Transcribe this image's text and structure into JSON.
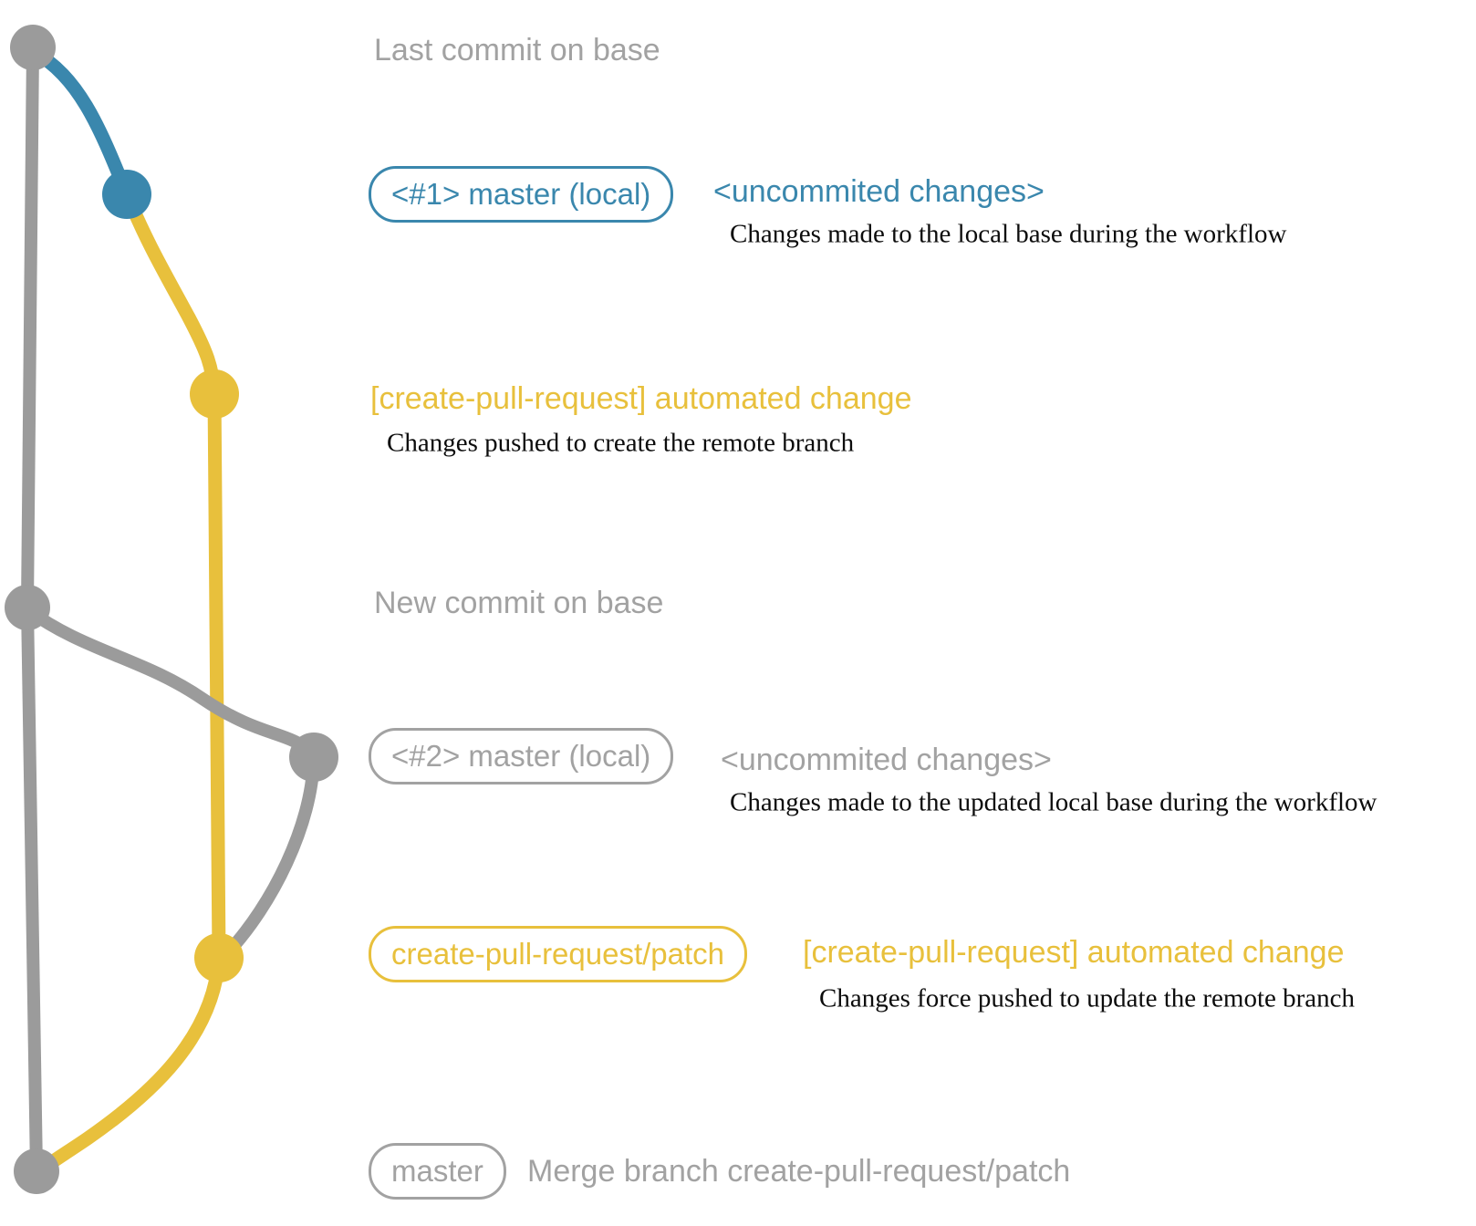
{
  "colors": {
    "gray": "#9b9b9b",
    "graytext": "#a2a2a2",
    "blue": "#3a87ad",
    "yellow": "#e8c03c",
    "ink": "#0c0c0c"
  },
  "rows": {
    "last_base": {
      "label": "Last commit on base"
    },
    "local1": {
      "badge": "<#1> master (local)",
      "note": "<uncommited changes>",
      "detail": "Changes made to the local base during the workflow"
    },
    "push1": {
      "heading": "[create-pull-request] automated change",
      "detail": "Changes pushed to create the remote branch"
    },
    "new_base": {
      "label": "New commit on base"
    },
    "local2": {
      "badge": "<#2> master (local)",
      "note": "<uncommited changes>",
      "detail": "Changes made to the updated local base during the workflow"
    },
    "push2": {
      "badge": "create-pull-request/patch",
      "heading": "[create-pull-request] automated change",
      "detail": "Changes force pushed to update the remote branch"
    },
    "merge": {
      "badge": "master",
      "label": "Merge branch create-pull-request/patch"
    }
  },
  "graph": {
    "commit_dots": [
      {
        "name": "last-commit-on-base",
        "color": "gray"
      },
      {
        "name": "uncommitted-changes-1",
        "color": "blue"
      },
      {
        "name": "automated-change-push",
        "color": "yellow"
      },
      {
        "name": "new-commit-on-base",
        "color": "gray"
      },
      {
        "name": "uncommitted-changes-2",
        "color": "gray"
      },
      {
        "name": "automated-change-force-push",
        "color": "yellow"
      },
      {
        "name": "merge-commit",
        "color": "gray"
      }
    ]
  }
}
